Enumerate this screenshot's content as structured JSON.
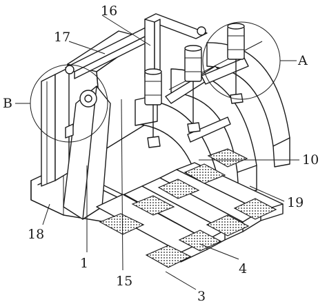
{
  "labels": {
    "l16": "16",
    "l17": "17",
    "lA": "A",
    "lB": "B",
    "l10": "10",
    "l19": "19",
    "l18": "18",
    "l1": "1",
    "l15": "15",
    "l4": "4",
    "l3": "3"
  }
}
